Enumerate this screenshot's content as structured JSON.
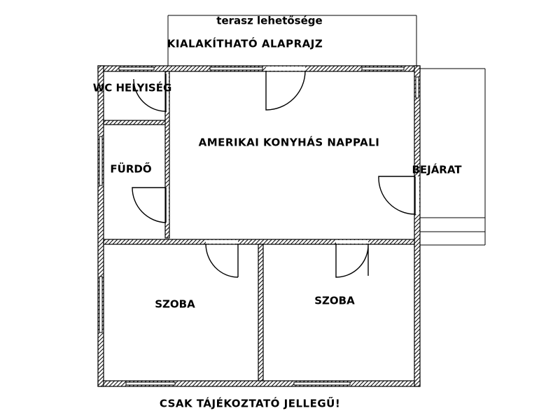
{
  "plan": {
    "title": "KIALAKÍTHATÓ ALAPRAJZ",
    "terrace_label": "terasz lehetősége",
    "disclaimer": "CSAK TÁJÉKOZTATÓ JELLEGŰ!",
    "rooms": {
      "wc": "WC HELYISÉG",
      "bath": "FÜRDŐ",
      "living": "AMERIKAI KONYHÁS NAPPALI",
      "entrance": "BEJÁRAT",
      "room_left": "SZOBA",
      "room_right": "SZOBA"
    }
  },
  "colors": {
    "ink": "#000000",
    "background": "#ffffff"
  }
}
